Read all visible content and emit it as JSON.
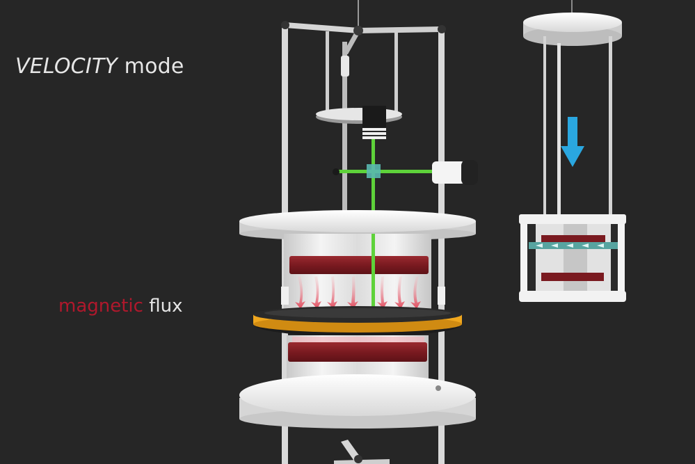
{
  "title": {
    "mode_word": "VELOCITY",
    "mode_suffix": " mode"
  },
  "label": {
    "magnetic": "magnetic",
    "flux": " flux"
  },
  "colors": {
    "background": "#262626",
    "magnet": "#7a1a20",
    "flux_arrow": "#e0485a",
    "laser": "#5ed23a",
    "ring": "#f0a71e",
    "motion_arrow": "#2aa7e0",
    "white_parts": "#f2f2f2"
  },
  "icons": [
    "down-arrow-icon"
  ]
}
